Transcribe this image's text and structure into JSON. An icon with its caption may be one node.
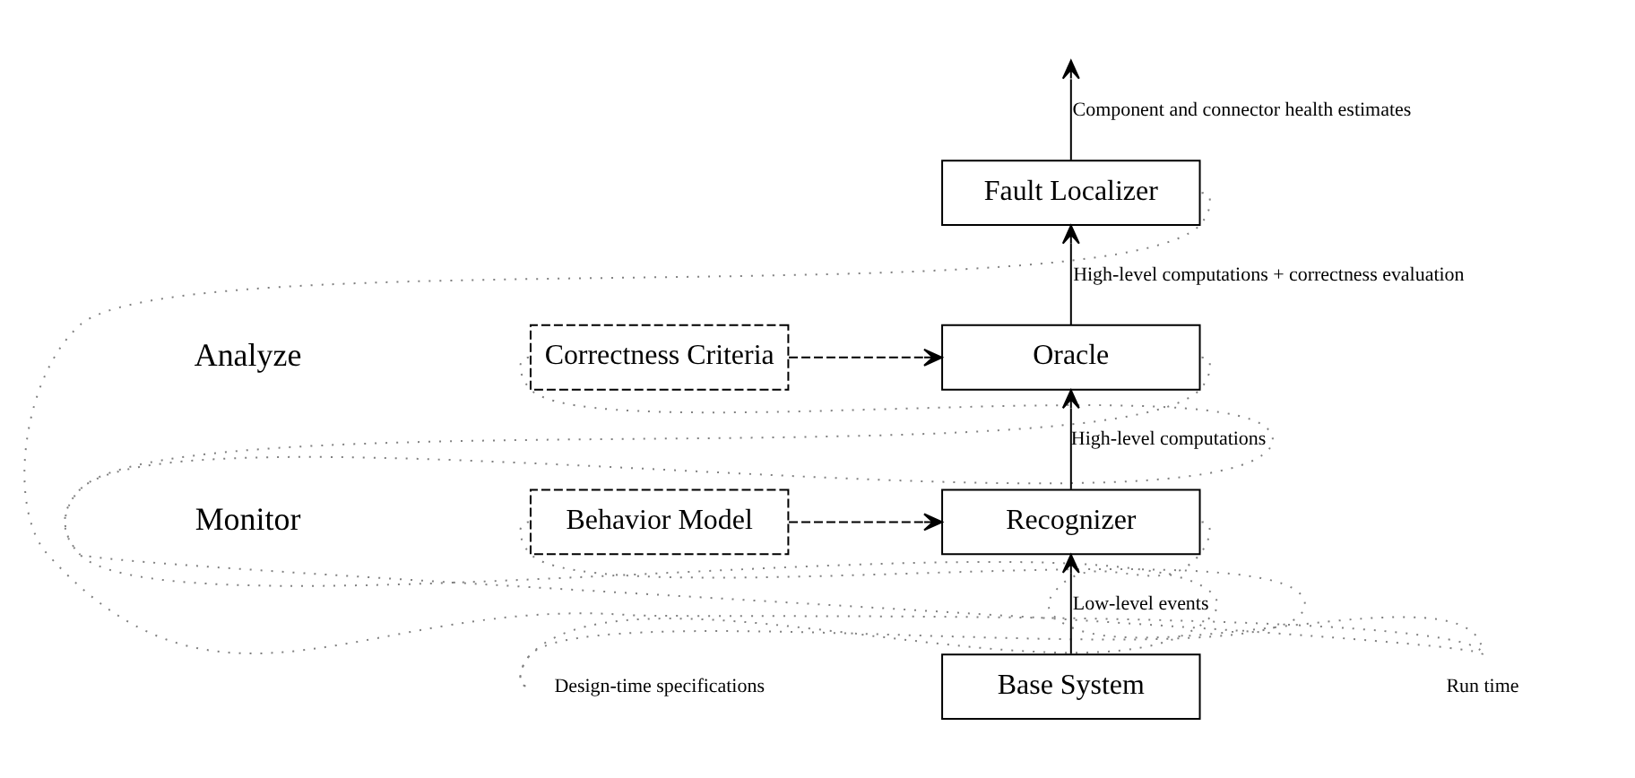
{
  "diagram": {
    "nodes": [
      {
        "text": [
          "Fault Localizer"
        ]
      },
      {
        "text": [
          "Correctness Criteria"
        ]
      },
      {
        "text": [
          "Oracle"
        ]
      },
      {
        "text": [
          "Behavior Model"
        ]
      },
      {
        "text": [
          "Recognizer"
        ]
      },
      {
        "text": [
          "Design-time specifications"
        ]
      },
      {
        "text": [
          "Run time"
        ]
      },
      {
        "text": [
          "Base System"
        ]
      }
    ],
    "edges": [
      {
        "from": 0,
        "to": null,
        "arrow": "to",
        "label": "Component and connector health estimates"
      },
      {
        "from": 2,
        "to": 0,
        "arrow": "to",
        "label": "High-level computations + correctness evaluation"
      },
      {
        "from": 1,
        "to": 2,
        "arrow": "to",
        "style": "dashed"
      },
      {
        "from": 4,
        "to": 2,
        "arrow": "to",
        "label": "High-level computations"
      },
      {
        "from": 3,
        "to": 4,
        "arrow": "to",
        "style": "dashed"
      },
      {
        "from": 7,
        "to": 4,
        "arrow": "to",
        "label": "Low-level events"
      },
      {
        "from": 1,
        "to": 5,
        "arrow": "none",
        "style": "dashed",
        "color": "#808080"
      },
      {
        "from": 3,
        "to": 5,
        "arrow": "none",
        "style": "dashed",
        "color": "#808080"
      },
      {
        "from": 0,
        "to": 6,
        "arrow": "none",
        "style": "dashed",
        "color": "#808080"
      },
      {
        "from": 2,
        "to": 6,
        "arrow": "none",
        "style": "dashed",
        "color": "#808080"
      },
      {
        "from": 4,
        "to": 6,
        "arrow": "none",
        "style": "dashed",
        "color": "#808080"
      }
    ],
    "labels": [
      "Analyze",
      "Monitor"
    ]
  }
}
